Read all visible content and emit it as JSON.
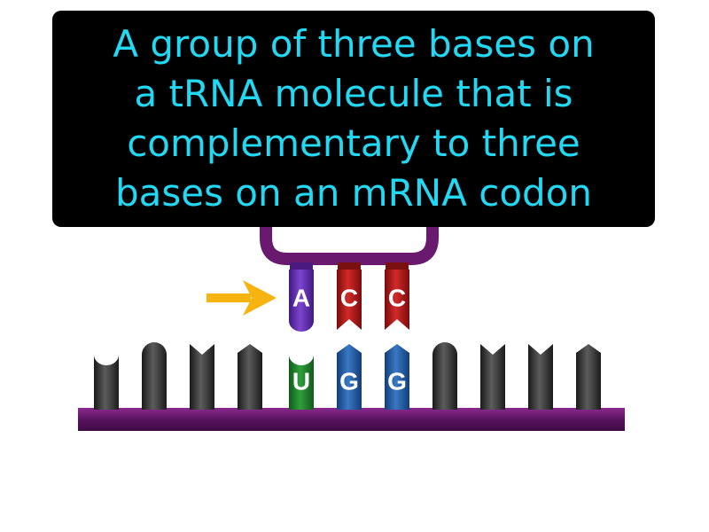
{
  "caption": {
    "lines": [
      "A group of three bases on",
      "a tRNA molecule that is",
      "complementary to three",
      "bases on an mRNA codon"
    ]
  },
  "trna": {
    "anticodon_bases": [
      "A",
      "C",
      "C"
    ]
  },
  "mrna": {
    "codon_bases": [
      "U",
      "G",
      "G"
    ]
  },
  "colors": {
    "caption_text": "#22d8f2",
    "caption_bg": "#000000",
    "backbone": "#6a1a6e",
    "base_A": "#6a2fb5",
    "base_C": "#b01818",
    "base_U": "#1e8a2e",
    "base_G": "#1f5fa8",
    "mrna_other_bases": "#2a2a2a",
    "arrow": "#f7b310"
  },
  "icons": {
    "pointer": "arrow-right-icon"
  }
}
